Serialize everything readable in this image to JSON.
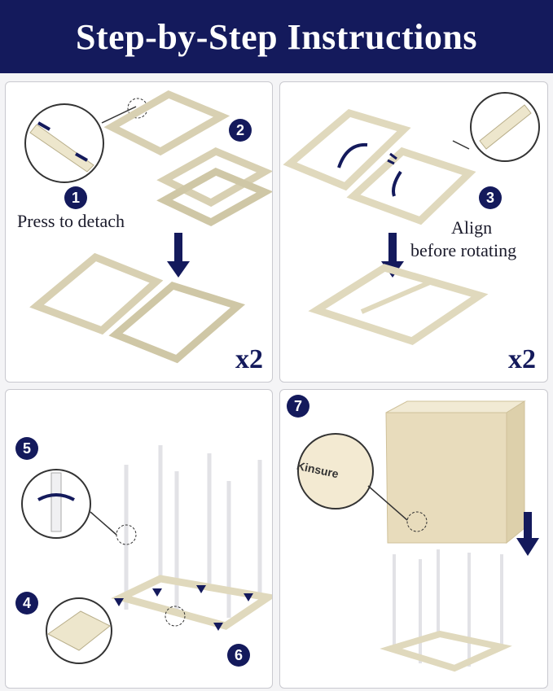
{
  "header": {
    "title": "Step-by-Step Instructions"
  },
  "panels": [
    {
      "steps": [
        "1",
        "2"
      ],
      "caption": "Press to detach",
      "multiplier": "x2"
    },
    {
      "steps": [
        "3"
      ],
      "caption_line1": "Align",
      "caption_line2": "before rotating",
      "multiplier": "x2"
    },
    {
      "steps": [
        "5",
        "4",
        "6"
      ]
    },
    {
      "steps": [
        "7"
      ],
      "brand": "Kinsure"
    }
  ],
  "colors": {
    "banner": "#141a5c",
    "accent": "#141a5c",
    "frame": "#ede6cc"
  }
}
